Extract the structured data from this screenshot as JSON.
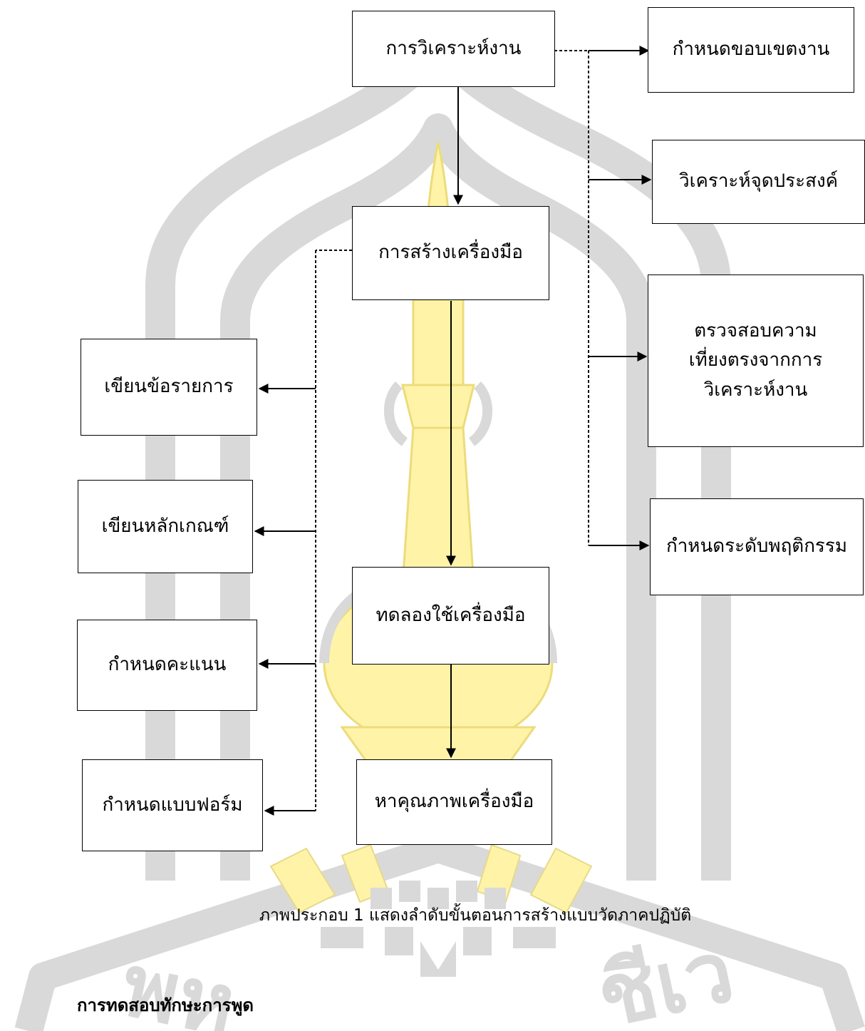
{
  "diagram": {
    "boxes": {
      "task_analysis": "การวิเคราะห์งาน",
      "define_scope": "กำหนดขอบเขตงาน",
      "analyze_objectives": "วิเคราะห์จุดประสงค์",
      "check_validity": "ตรวจสอบความ\nเที่ยงตรงจากการ\nวิเคราะห์งาน",
      "define_behavior_level": "กำหนดระดับพฤติกรรม",
      "build_tool": "การสร้างเครื่องมือ",
      "write_items": "เขียนข้อรายการ",
      "write_criteria": "เขียนหลักเกณฑ์",
      "define_scores": "กำหนดคะแนน",
      "define_form": "กำหนดแบบฟอร์ม",
      "try_out_tool": "ทดลองใช้เครื่องมือ",
      "tool_quality": "หาคุณภาพเครื่องมือ"
    },
    "caption": "ภาพประกอบ 1 แสดงลำดับขั้นตอนการสร้างแบบวัดภาคปฏิบัติ"
  },
  "section_heading": "การทดสอบทักษะการพูด",
  "watermark": {
    "text_left": "พห",
    "text_right": "ชีเว",
    "outline_color": "#d9d9d9",
    "tower_color": "#fff3a8"
  }
}
